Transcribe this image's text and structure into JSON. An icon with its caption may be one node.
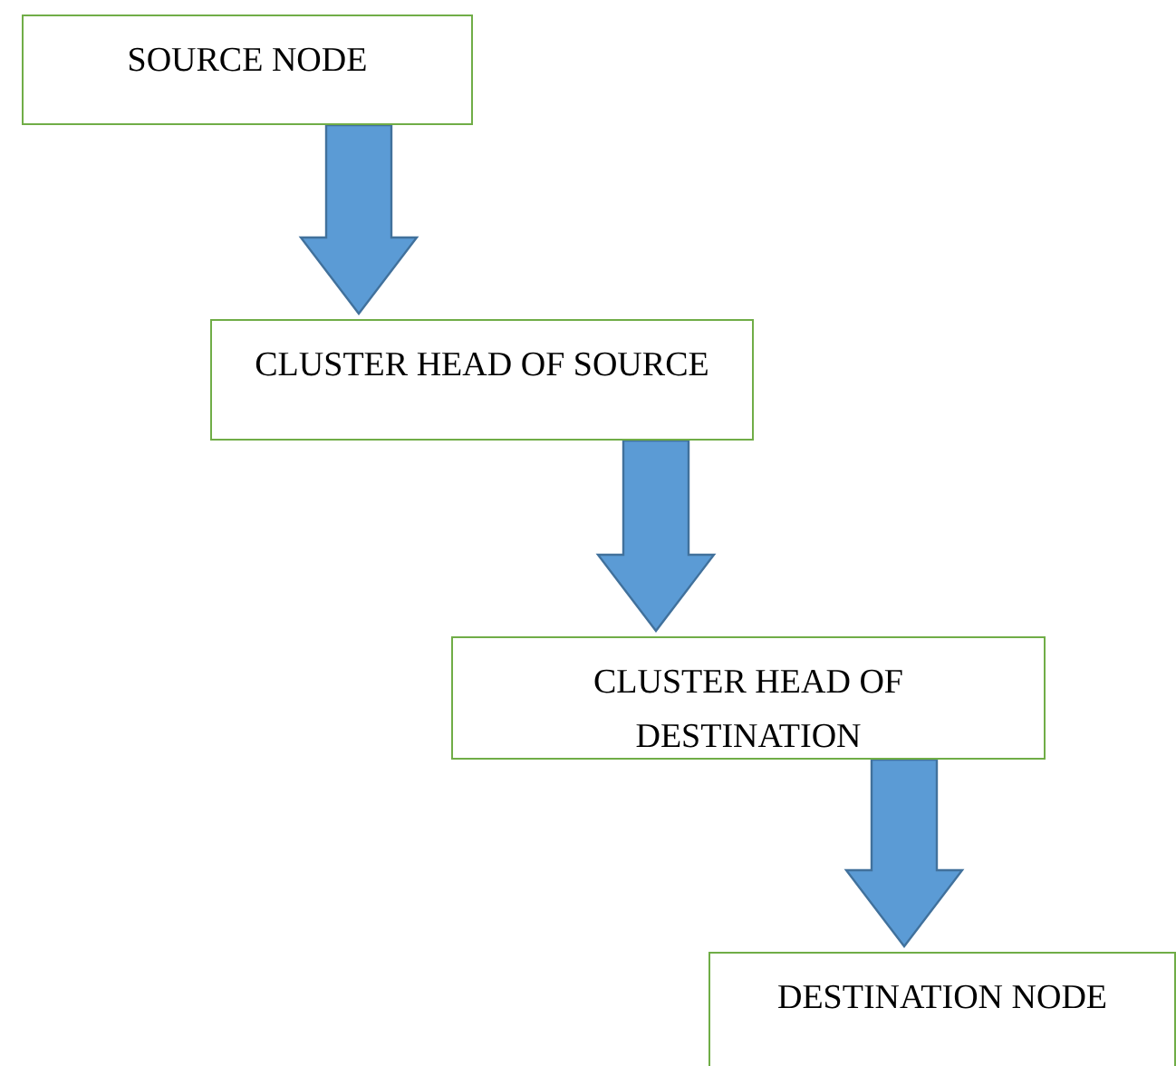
{
  "diagram": {
    "nodes": [
      {
        "text": [
          "SOURCE NODE"
        ]
      },
      {
        "text": [
          "CLUSTER HEAD OF SOURCE"
        ]
      },
      {
        "text": [
          "CLUSTER HEAD OF DESTINATION"
        ]
      },
      {
        "text": [
          "DESTINATION NODE"
        ]
      }
    ],
    "edges": [
      {
        "from": 0,
        "to": 1,
        "arrow": "to"
      },
      {
        "from": 1,
        "to": 2,
        "arrow": "to"
      },
      {
        "from": 2,
        "to": 3,
        "arrow": "to"
      }
    ]
  }
}
